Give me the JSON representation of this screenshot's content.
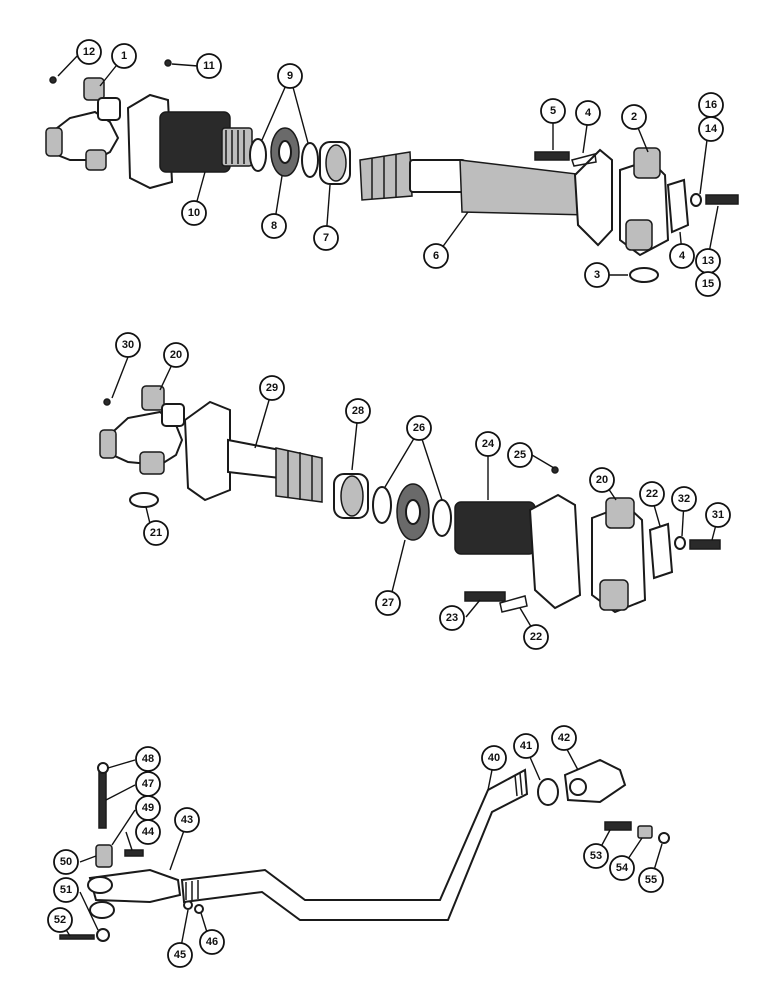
{
  "figure": {
    "callouts": [
      {
        "id": "c12",
        "label": "12"
      },
      {
        "id": "c1",
        "label": "1"
      },
      {
        "id": "c11",
        "label": "11"
      },
      {
        "id": "c9",
        "label": "9"
      },
      {
        "id": "c10",
        "label": "10"
      },
      {
        "id": "c8",
        "label": "8"
      },
      {
        "id": "c7",
        "label": "7"
      },
      {
        "id": "c5",
        "label": "5"
      },
      {
        "id": "c4a",
        "label": "4"
      },
      {
        "id": "c2",
        "label": "2"
      },
      {
        "id": "c16",
        "label": "16"
      },
      {
        "id": "c14",
        "label": "14"
      },
      {
        "id": "c6",
        "label": "6"
      },
      {
        "id": "c4b",
        "label": "4"
      },
      {
        "id": "c13",
        "label": "13"
      },
      {
        "id": "c3",
        "label": "3"
      },
      {
        "id": "c15",
        "label": "15"
      },
      {
        "id": "c30",
        "label": "30"
      },
      {
        "id": "c20a",
        "label": "20"
      },
      {
        "id": "c29",
        "label": "29"
      },
      {
        "id": "c28",
        "label": "28"
      },
      {
        "id": "c26",
        "label": "26"
      },
      {
        "id": "c24",
        "label": "24"
      },
      {
        "id": "c25",
        "label": "25"
      },
      {
        "id": "c20b",
        "label": "20"
      },
      {
        "id": "c22a",
        "label": "22"
      },
      {
        "id": "c32",
        "label": "32"
      },
      {
        "id": "c31",
        "label": "31"
      },
      {
        "id": "c21",
        "label": "21"
      },
      {
        "id": "c27",
        "label": "27"
      },
      {
        "id": "c23",
        "label": "23"
      },
      {
        "id": "c22b",
        "label": "22"
      },
      {
        "id": "c48",
        "label": "48"
      },
      {
        "id": "c47",
        "label": "47"
      },
      {
        "id": "c49",
        "label": "49"
      },
      {
        "id": "c44",
        "label": "44"
      },
      {
        "id": "c43",
        "label": "43"
      },
      {
        "id": "c40",
        "label": "40"
      },
      {
        "id": "c41",
        "label": "41"
      },
      {
        "id": "c42",
        "label": "42"
      },
      {
        "id": "c50",
        "label": "50"
      },
      {
        "id": "c51",
        "label": "51"
      },
      {
        "id": "c52",
        "label": "52"
      },
      {
        "id": "c45",
        "label": "45"
      },
      {
        "id": "c46",
        "label": "46"
      },
      {
        "id": "c53",
        "label": "53"
      },
      {
        "id": "c54",
        "label": "54"
      },
      {
        "id": "c55",
        "label": "55"
      }
    ]
  }
}
